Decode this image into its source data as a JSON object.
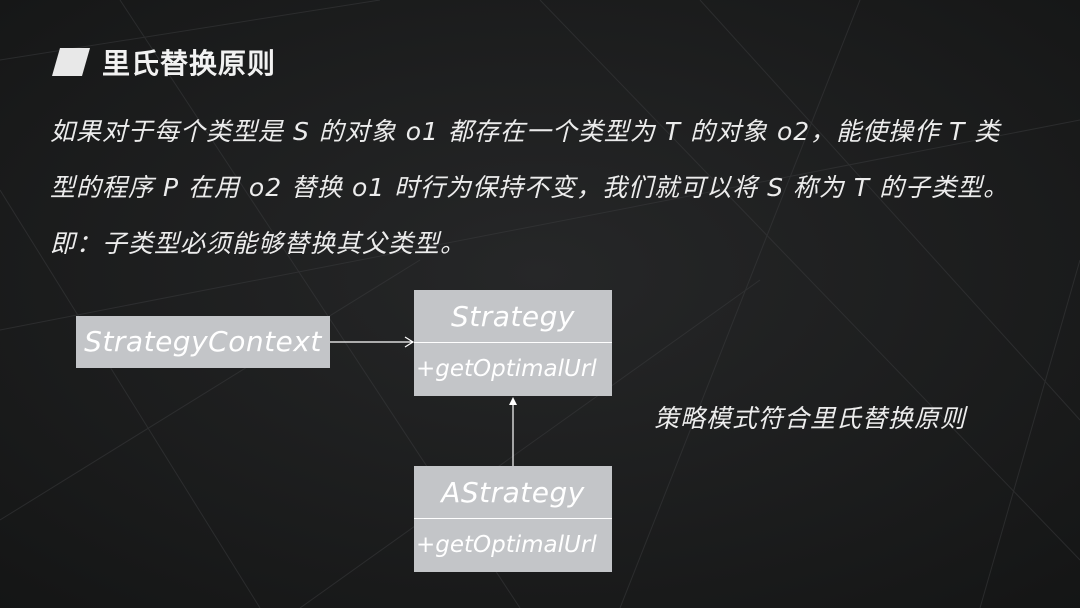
{
  "slide": {
    "title": "里氏替换原则",
    "paragraph_line1": "如果对于每个类型是 S 的对象 o1 都存在一个类型为 T 的对象 o2，能使操作 T 类",
    "paragraph_line2": "型的程序 P 在用 o2 替换 o1 时行为保持不变，我们就可以将 S 称为 T 的子类型。",
    "summary": "即：子类型必须能够替换其父类型。",
    "caption": "策略模式符合里氏替换原则"
  },
  "diagram": {
    "context": "StrategyContext",
    "strategy": {
      "name": "Strategy",
      "method": "+getOptimalUrl"
    },
    "astrategy": {
      "name": "AStrategy",
      "method": "+getOptimalUrl"
    }
  },
  "colors": {
    "background": "#1b1c1d",
    "box_fill": "#c3c5c8",
    "text": "#ececec"
  }
}
